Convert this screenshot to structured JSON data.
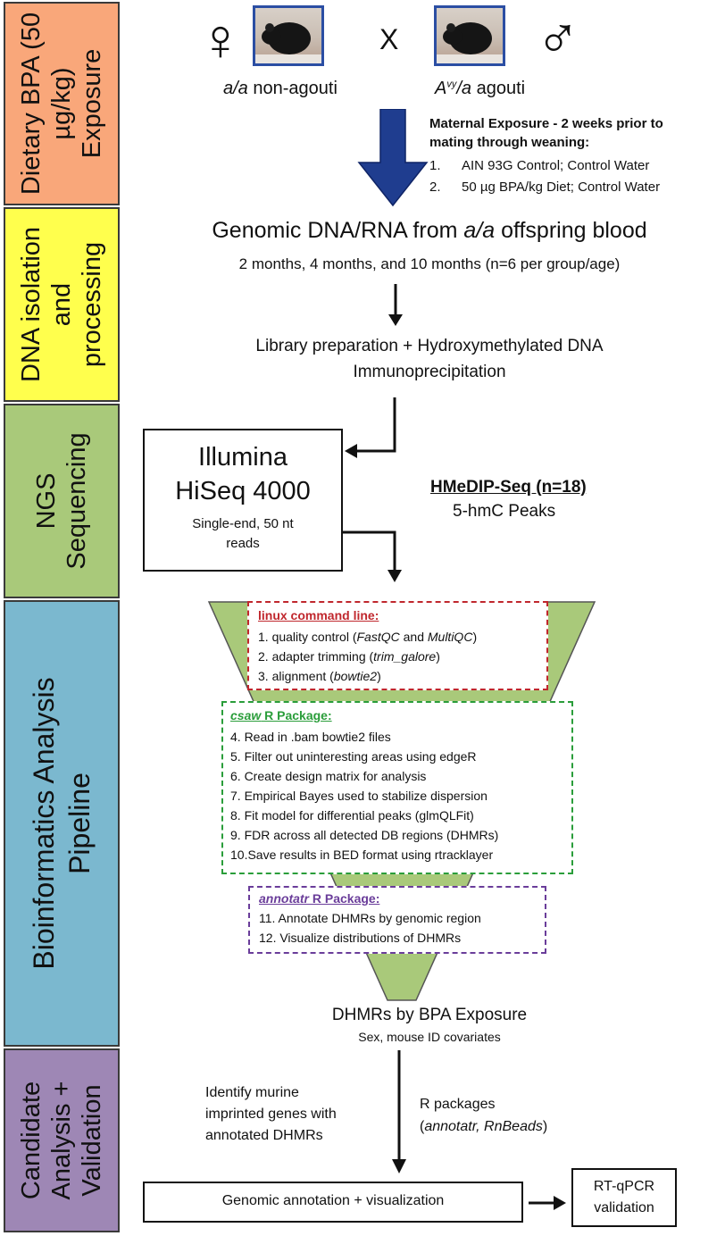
{
  "stages": {
    "dietary": "Dietary BPA (50 µg/kg) Exposure",
    "dietary_l1": "Dietary BPA (50",
    "dietary_l2": "µg/kg)",
    "dietary_l3": "Exposure",
    "dna_l1": "DNA isolation",
    "dna_l2": "and",
    "dna_l3": "processing",
    "ngs_l1": "NGS",
    "ngs_l2": "Sequencing",
    "bio_l1": "Bioinformatics Analysis",
    "bio_l2": "Pipeline",
    "cand_l1": "Candidate",
    "cand_l2": "Analysis +",
    "cand_l3": "Validation"
  },
  "colors": {
    "dietary": "#f9a77a",
    "dna": "#ffff4d",
    "ngs": "#a9c97a",
    "bio": "#7bb8cf",
    "cand": "#9e87b5",
    "arrow_blue": "#1f3d8f",
    "funnel": "#a9c97a",
    "linux": "#c0272d",
    "csaw": "#2a9d3a",
    "annotatr": "#6a3d9a"
  },
  "cross": {
    "female_symbol": "♀",
    "x": "X",
    "male_symbol": "♂",
    "female_geno": "a/a",
    "female_label": " non-agouti",
    "male_geno_a": "A",
    "male_geno_sup": "vy",
    "male_geno_b": "/a",
    "male_label": " agouti"
  },
  "maternal": {
    "title_l1": "Maternal Exposure - 2 weeks prior to",
    "title_l2": "mating through weaning:",
    "n1": "1.",
    "item1": "AIN 93G Control; Control Water",
    "n2": "2.",
    "item2": "50 µg BPA/kg Diet; Control Water"
  },
  "genomic": {
    "title_a": "Genomic DNA/RNA from ",
    "title_b": "a/a",
    "title_c": " offspring blood",
    "sub": "2 months, 4 months, and 10 months (n=6 per group/age)"
  },
  "library": {
    "l1": "Library preparation + Hydroxymethylated DNA",
    "l2": "Immunoprecipitation"
  },
  "illumina": {
    "l1": "Illumina",
    "l2": "HiSeq 4000",
    "l3": "Single-end, 50 nt",
    "l4": "reads"
  },
  "hmedip": {
    "title": "HMeDIP-Seq (n=18)",
    "sub": "5-hmC  Peaks"
  },
  "linux": {
    "title": "linux command line:",
    "items": [
      {
        "pre": "1.  quality control (",
        "it": "FastQC",
        "mid": " and ",
        "it2": "MultiQC",
        "post": ")"
      },
      {
        "pre": "2.  adapter trimming (",
        "it": "trim_galore",
        "post": ")"
      },
      {
        "pre": "3.  alignment (",
        "it": "bowtie2",
        "post": ")"
      }
    ]
  },
  "csaw": {
    "title_it": "csaw",
    "title_rest": " R Package:",
    "items": [
      "4.  Read in .bam bowtie2 files",
      "5.  Filter out uninteresting areas using edgeR",
      "6.  Create design matrix for analysis",
      "7.  Empirical Bayes used to stabilize dispersion",
      "8.  Fit model for differential peaks (glmQLFit)",
      "9.  FDR across all detected DB regions (DHMRs)",
      "10.Save results in BED format using rtracklayer"
    ]
  },
  "annotatr": {
    "title_it": "annotatr",
    "title_rest": " R Package:",
    "items": [
      "11.  Annotate DHMRs by genomic region",
      "12.  Visualize distributions of DHMRs"
    ]
  },
  "dhmrs": {
    "title": "DHMRs by BPA Exposure",
    "sub": "Sex, mouse ID covariates"
  },
  "identify": {
    "l1": "Identify murine",
    "l2": "imprinted genes with",
    "l3": "annotated DHMRs"
  },
  "rpack": {
    "l1": "R packages",
    "l2_open": "(",
    "l2_it": "annotatr, RnBeads",
    "l2_close": ")"
  },
  "annotation_box": "Genomic annotation + visualization",
  "rtqpcr": {
    "l1": "RT-qPCR",
    "l2": "validation"
  }
}
